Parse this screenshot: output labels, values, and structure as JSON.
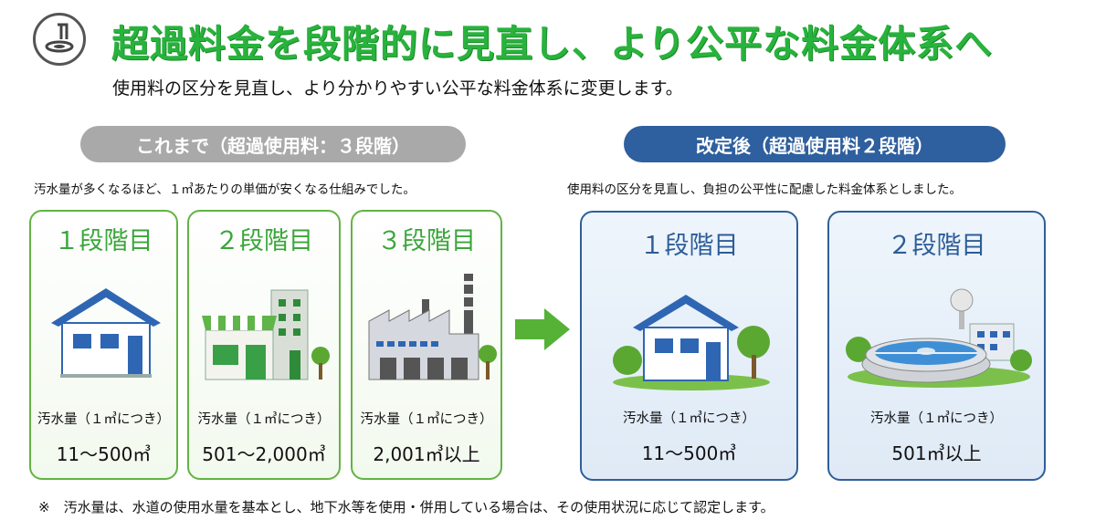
{
  "header": {
    "title": "超過料金を段階的に見直し、より公平な料金体系へ",
    "subtitle": "使用料の区分を見直し、より分かりやすい公平な料金体系に変更します。"
  },
  "before": {
    "pill": "これまで（超過使用料：３段階）",
    "note": "汚水量が多くなるほど、１㎥あたりの単価が安くなる仕組みでした。",
    "cards": [
      {
        "stage": "１段階目",
        "label": "汚水量（１㎥につき）",
        "value": "11～500㎥"
      },
      {
        "stage": "２段階目",
        "label": "汚水量（１㎥につき）",
        "value": "501～2,000㎥"
      },
      {
        "stage": "３段階目",
        "label": "汚水量（１㎥につき）",
        "value": "2,001㎥以上"
      }
    ]
  },
  "after": {
    "pill": "改定後（超過使用料２段階）",
    "note": "使用料の区分を見直し、負担の公平性に配慮した料金体系としました。",
    "cards": [
      {
        "stage": "１段階目",
        "label": "汚水量（１㎥につき）",
        "value": "11～500㎥"
      },
      {
        "stage": "２段階目",
        "label": "汚水量（１㎥につき）",
        "value": "501㎥以上"
      }
    ]
  },
  "footnote": "※　汚水量は、水道の使用水量を基本とし、地下水等を使用・併用している場合は、その使用状況に応じて認定します。",
  "colors": {
    "title_green": "#28b33c",
    "before_pill": "#a9a9a9",
    "after_pill": "#2e5f9e",
    "green_border": "#63b343",
    "blue_border": "#2f5f9a",
    "arrow": "#55b236"
  },
  "icons": [
    "drain-icon",
    "house-icon",
    "shop-icon",
    "factory-icon",
    "arrow-right-icon",
    "treatment-plant-icon"
  ]
}
